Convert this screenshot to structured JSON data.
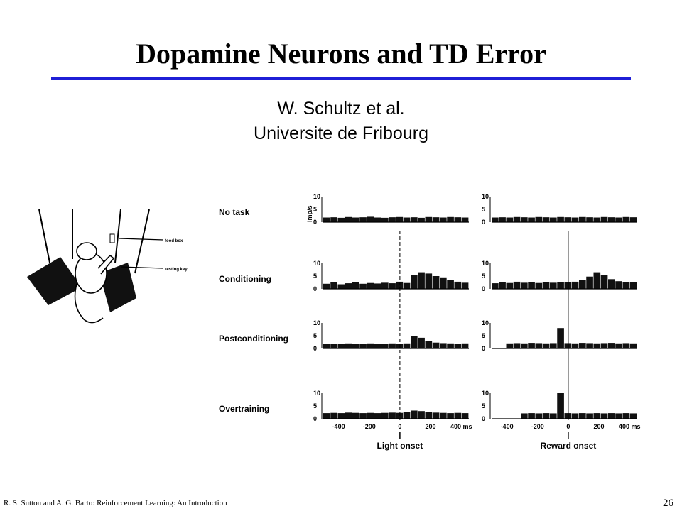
{
  "slide": {
    "title": "Dopamine Neurons and TD Error",
    "author": "W. Schultz et al.",
    "affiliation": "Universite de Fribourg",
    "footer": "R. S. Sutton and A. G. Barto: Reinforcement Learning: An Introduction",
    "page_number": "26",
    "rule_color": "#1f1fd6"
  },
  "figure": {
    "labels": [
      "food box",
      "resting key"
    ]
  },
  "chart_data": {
    "type": "bar",
    "rows": [
      "No task",
      "Conditioning",
      "Postconditioning",
      "Overtraining"
    ],
    "y_axis_label": "Imp/s",
    "y_ticks": [
      "10",
      "5",
      "0"
    ],
    "ylim": [
      0,
      10
    ],
    "x_ticks": [
      "-400",
      "-200",
      "0",
      "200",
      "400 ms"
    ],
    "xlim": [
      -500,
      450
    ],
    "panels": [
      {
        "event": "Light onset",
        "series": [
          {
            "row": "No task",
            "values": [
              1.8,
              1.9,
              1.7,
              2.0,
              1.8,
              1.9,
              2.1,
              1.8,
              1.7,
              1.9,
              2.0,
              1.8,
              1.9,
              1.7,
              2.0,
              1.9,
              1.8,
              2.0,
              1.9,
              1.8
            ]
          },
          {
            "row": "Conditioning",
            "values": [
              2.0,
              2.5,
              1.8,
              2.2,
              2.6,
              2.0,
              2.3,
              2.1,
              2.4,
              2.2,
              2.8,
              2.3,
              5.5,
              6.5,
              6.0,
              5.0,
              4.5,
              3.5,
              2.8,
              2.4
            ]
          },
          {
            "row": "Postconditioning",
            "values": [
              1.8,
              1.9,
              1.8,
              2.0,
              1.9,
              1.8,
              2.0,
              1.9,
              1.8,
              2.0,
              1.9,
              2.0,
              5.0,
              4.2,
              3.0,
              2.3,
              2.1,
              2.0,
              1.9,
              2.0
            ]
          },
          {
            "row": "Overtraining",
            "values": [
              2.2,
              2.3,
              2.2,
              2.4,
              2.3,
              2.2,
              2.3,
              2.2,
              2.3,
              2.4,
              2.3,
              2.5,
              3.2,
              3.0,
              2.6,
              2.4,
              2.3,
              2.2,
              2.3,
              2.2
            ]
          }
        ]
      },
      {
        "event": "Reward onset",
        "series": [
          {
            "row": "No task",
            "values": [
              1.8,
              1.9,
              1.8,
              2.0,
              1.9,
              1.8,
              2.0,
              1.9,
              1.8,
              2.0,
              1.9,
              1.8,
              2.0,
              1.9,
              1.8,
              2.0,
              1.9,
              1.8,
              2.0,
              1.9
            ]
          },
          {
            "row": "Conditioning",
            "values": [
              2.2,
              2.6,
              2.3,
              2.8,
              2.4,
              2.6,
              2.3,
              2.5,
              2.4,
              2.7,
              2.5,
              2.8,
              3.5,
              4.8,
              6.5,
              5.5,
              3.8,
              3.0,
              2.6,
              2.5
            ]
          },
          {
            "row": "Postconditioning",
            "values": [
              0,
              0,
              2.0,
              2.1,
              2.0,
              2.2,
              2.1,
              2.0,
              2.1,
              8.0,
              2.1,
              2.0,
              2.2,
              2.1,
              2.0,
              2.1,
              2.2,
              2.0,
              2.1,
              2.0
            ]
          },
          {
            "row": "Overtraining",
            "values": [
              0,
              0,
              0,
              0,
              2.1,
              2.2,
              2.1,
              2.2,
              2.1,
              10.0,
              2.2,
              2.1,
              2.2,
              2.1,
              2.2,
              2.1,
              2.2,
              2.1,
              2.2,
              2.1
            ]
          }
        ]
      }
    ]
  }
}
